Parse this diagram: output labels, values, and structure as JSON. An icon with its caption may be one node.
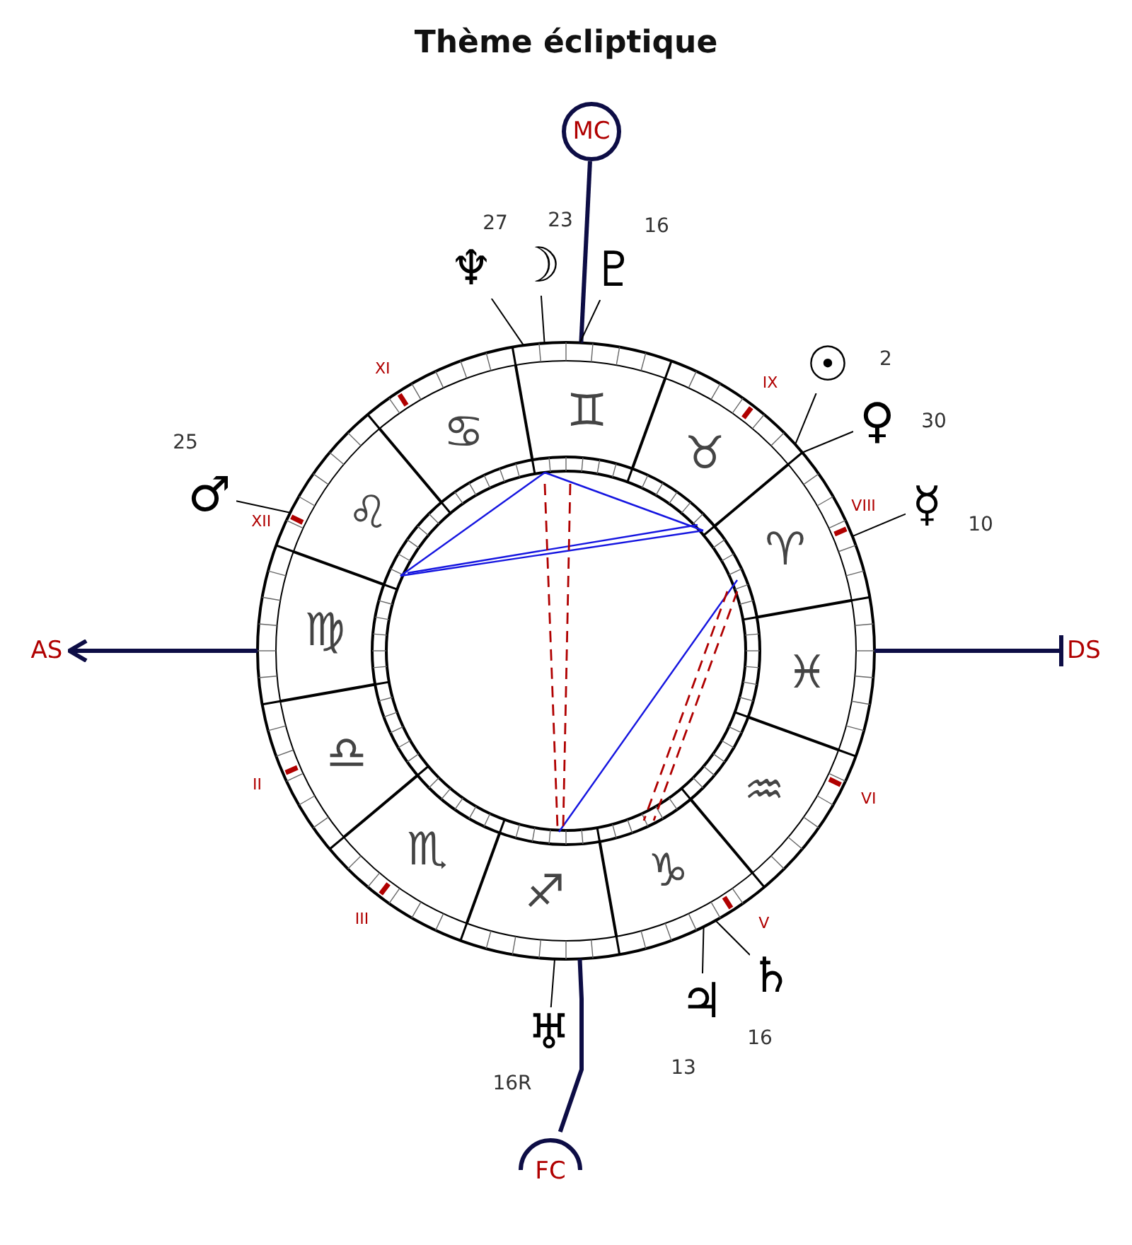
{
  "diagram": {
    "title": "Thème écliptique",
    "nodes": [
      {
        "text": [
          "MC"
        ]
      },
      {
        "text": [
          "♆"
        ],
        "beside": [
          "27"
        ]
      },
      {
        "text": [
          "☽"
        ],
        "beside": [
          "23"
        ]
      },
      {
        "text": [
          "♇"
        ],
        "beside": [
          "16"
        ]
      },
      {
        "text": [
          "☉"
        ]
      },
      {
        "text": [
          "♀"
        ],
        "beside": [
          "30"
        ]
      },
      {
        "text": [
          "♂"
        ],
        "beside": [
          "25"
        ]
      },
      {
        "text": [
          "☿"
        ],
        "beside": [
          "10"
        ]
      },
      {
        "text": [
          "AS"
        ]
      },
      {
        "text": [],
        "shape": "circle"
      },
      {
        "text": [
          "DS"
        ]
      },
      {
        "text": [
          "♄"
        ],
        "beside": [
          "16"
        ]
      },
      {
        "text": [
          "♃"
        ],
        "beside": [
          "13"
        ]
      },
      {
        "text": [
          "♅"
        ],
        "beside": [
          "16R"
        ]
      },
      {
        "text": [
          "FC"
        ]
      }
    ],
    "edges": [
      {
        "from": 9,
        "to": 0,
        "arrow": "none",
        "style": "thick",
        "color": "#0d0d45"
      },
      {
        "from": 1,
        "to": 9,
        "arrow": "none"
      },
      {
        "from": 2,
        "to": 9,
        "arrow": "none"
      },
      {
        "from": 3,
        "to": 9,
        "arrow": "none"
      },
      {
        "from": 4,
        "to": 9,
        "arrow": "none"
      },
      {
        "from": 5,
        "to": 9,
        "arrow": "none"
      },
      {
        "from": 6,
        "to": 9,
        "arrow": "none"
      },
      {
        "from": 7,
        "to": 9,
        "arrow": "none"
      },
      {
        "from": 9,
        "to": 8,
        "arrow": "to",
        "style": "thick",
        "color": "#0d0d45"
      },
      {
        "from": 9,
        "to": 10,
        "arrow": "other",
        "style": "thick",
        "color": "#0d0d45"
      },
      {
        "from": 11,
        "to": 9,
        "arrow": "none"
      },
      {
        "from": 12,
        "to": 9,
        "arrow": "none"
      },
      {
        "from": 13,
        "to": 9,
        "arrow": "none"
      },
      {
        "from": 9,
        "to": 14,
        "arrow": "none",
        "style": "thick",
        "color": "#0d0d45"
      }
    ],
    "labels": [
      "2",
      "XI",
      "♊",
      "IX",
      "♋",
      "♉",
      "XII",
      "♌",
      "♈",
      "VIII",
      "♍",
      "♓",
      "♎",
      "♒",
      "II",
      "VI",
      "♏",
      "♑",
      "♐",
      "III",
      "V"
    ]
  }
}
